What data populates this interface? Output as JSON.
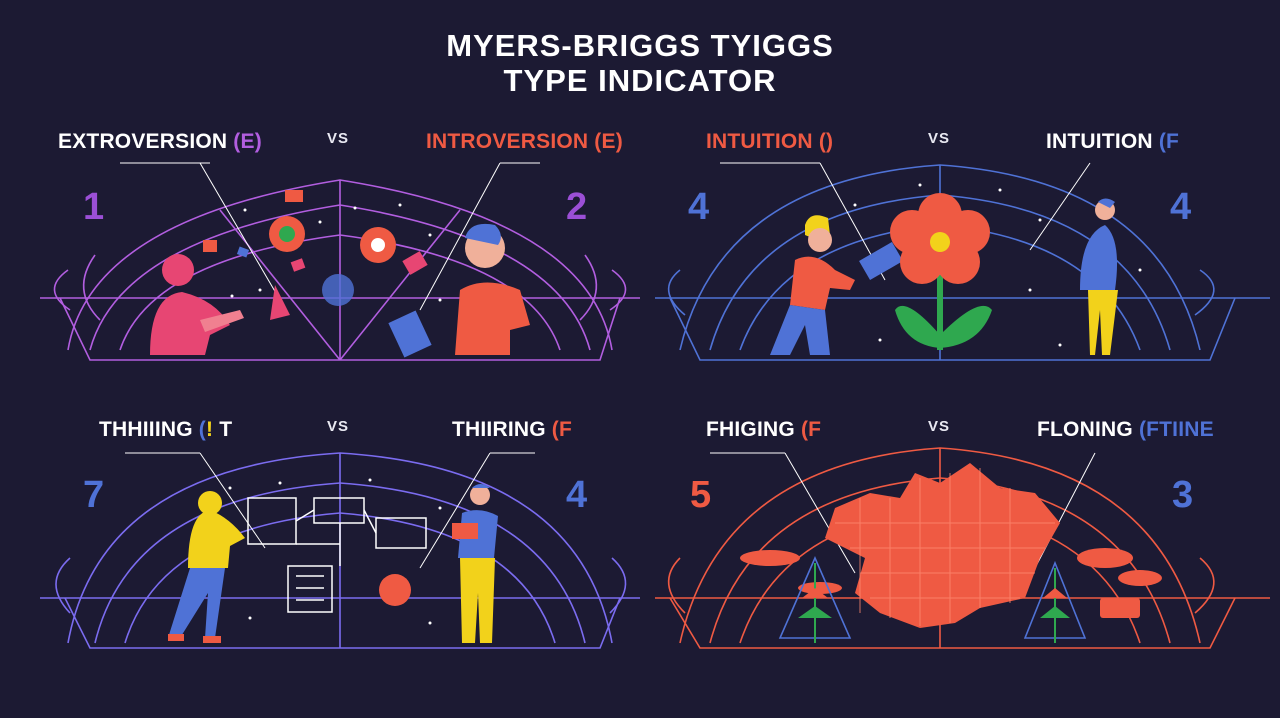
{
  "title": {
    "line1": "MYERS-BRIGGS TYIGGS",
    "line2": "TYPE INDICATOR"
  },
  "colors": {
    "background": "#1c1a33",
    "purple": "#b25ee0",
    "blue": "#4f72d6",
    "red": "#ef5a43",
    "yellow": "#f2d21b",
    "green": "#2fa84f"
  },
  "panels": [
    {
      "id": "top-left",
      "left_label": {
        "text": "EXTROVERSION ",
        "paren": "(E)",
        "text_color": "#ffffff",
        "paren_color": "#b25ee0"
      },
      "vs": "VS",
      "right_label": {
        "text": "INTROVERSION ",
        "paren": "(E)",
        "text_color": "#ef5a43",
        "paren_color": "#ef5a43"
      },
      "left_number": {
        "value": "1",
        "color": "#9b4fd6"
      },
      "right_number": {
        "value": "2",
        "color": "#9b4fd6"
      },
      "line_color": "#b25ee0",
      "icons": [
        "woman-figure-icon",
        "man-figure-icon",
        "sunburst-icon",
        "sparkle-icon"
      ]
    },
    {
      "id": "top-right",
      "left_label": {
        "text": "INTUITION ",
        "paren": "()",
        "text_color": "#ef5a43",
        "paren_color": "#ef5a43"
      },
      "vs": "VS",
      "right_label": {
        "text": "INTUITION ",
        "paren": "(F",
        "text_color": "#ffffff",
        "paren_color": "#4f72d6"
      },
      "left_number": {
        "value": "4",
        "color": "#4f72d6"
      },
      "right_number": {
        "value": "4",
        "color": "#4f72d6"
      },
      "line_color": "#4f72d6",
      "icons": [
        "kneeling-person-icon",
        "flower-icon",
        "standing-person-icon",
        "sparkle-icon"
      ]
    },
    {
      "id": "bottom-left",
      "left_label": {
        "text": "THHIIING ",
        "paren": "(",
        "suffix": "!",
        "tail": " T",
        "text_color": "#ffffff",
        "paren_color": "#4f72d6",
        "suffix_color": "#f2d21b"
      },
      "vs": "VS",
      "right_label": {
        "text": "THIIRING ",
        "paren": "(F",
        "text_color": "#ffffff",
        "paren_color": "#ef5a43"
      },
      "left_number": {
        "value": "7",
        "color": "#4f72d6"
      },
      "right_number": {
        "value": "4",
        "color": "#4f72d6"
      },
      "line_color": "#7b6cf0",
      "icons": [
        "walking-person-icon",
        "flowchart-icon",
        "reading-person-icon",
        "document-icon"
      ]
    },
    {
      "id": "bottom-right",
      "left_label": {
        "text": "FHIGING ",
        "paren": "(F",
        "text_color": "#ffffff",
        "paren_color": "#ef5a43"
      },
      "vs": "VS",
      "right_label": {
        "text": "FLONING ",
        "paren": "(FTIINE",
        "text_color": "#ffffff",
        "paren_color": "#4f72d6"
      },
      "left_number": {
        "value": "5",
        "color": "#ef5a43"
      },
      "right_number": {
        "value": "3",
        "color": "#4f72d6"
      },
      "line_color": "#ef5a43",
      "icons": [
        "map-icon",
        "pine-tree-icon",
        "cloud-icon"
      ]
    }
  ]
}
